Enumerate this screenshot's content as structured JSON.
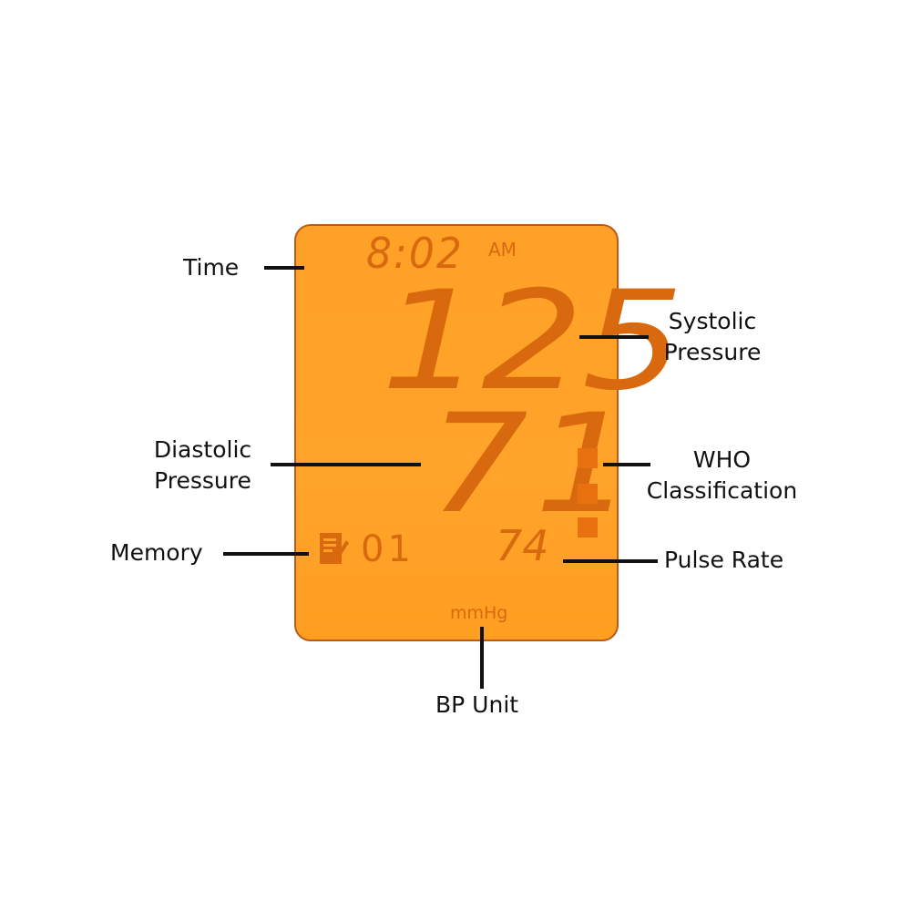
{
  "display": {
    "time": "8:02",
    "ampm": "AM",
    "systolic": "125",
    "diastolic": "71",
    "memory_number": "01",
    "pulse": "74",
    "unit": "mmHg",
    "who_bars_lit": 3,
    "colors": {
      "screen": "#ffa126",
      "segments": "#d9690e",
      "border": "#b85a1a"
    }
  },
  "labels": {
    "time": "Time",
    "systolic_line1": "Systolic",
    "systolic_line2": "Pressure",
    "diastolic_line1": "Diastolic",
    "diastolic_line2": "Pressure",
    "who_line1": "WHO",
    "who_line2": "Classification",
    "memory": "Memory",
    "pulse": "Pulse Rate",
    "bp_unit": "BP Unit"
  },
  "icons": {
    "memory": "memory-notepad-icon"
  }
}
